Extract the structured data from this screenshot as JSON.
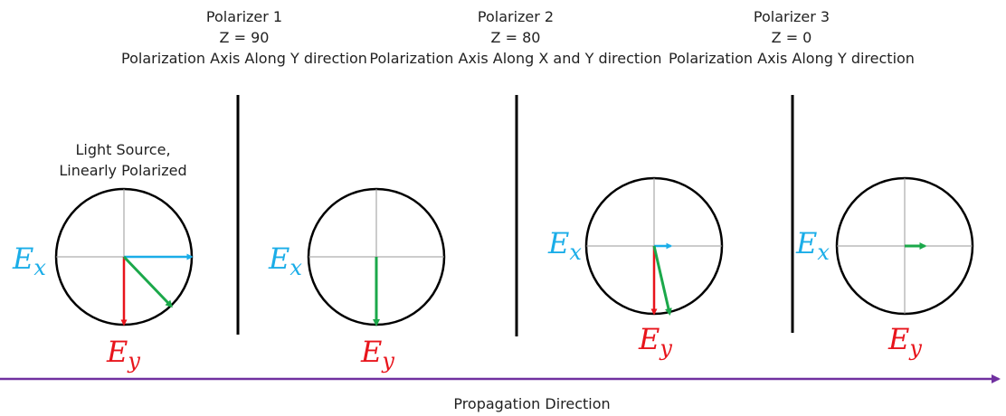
{
  "polarizers": [
    {
      "name": "Polarizer 1",
      "z": "Z = 90",
      "axis": "Polarization Axis Along Y direction"
    },
    {
      "name": "Polarizer 2",
      "z": "Z = 80",
      "axis": "Polarization Axis Along X and Y direction"
    },
    {
      "name": "Polarizer 3",
      "z": "Z = 0",
      "axis": "Polarization Axis Along Y direction"
    }
  ],
  "source_label": [
    "Light Source,",
    "Linearly Polarized"
  ],
  "axis_labels": {
    "ex_main": "E",
    "ex_sub": "x",
    "ey_main": "E",
    "ey_sub": "y"
  },
  "propagation_label": "Propagation Direction",
  "colors": {
    "ex": "#1AADE8",
    "ey": "#E8141B",
    "resultant": "#1BA84A",
    "propagation": "#7030A0",
    "circle": "#000000"
  },
  "stages": [
    {
      "ex": 1.0,
      "ey": 1.0,
      "resultant": [
        0.7,
        0.73
      ]
    },
    {
      "ex": 0.0,
      "ey": 1.0,
      "resultant": [
        0.0,
        1.0
      ]
    },
    {
      "ex": 0.25,
      "ey": 1.0,
      "resultant": [
        0.23,
        1.0
      ]
    },
    {
      "ex": 0.3,
      "ey": 0.0,
      "resultant": [
        0.3,
        0.0
      ]
    }
  ]
}
